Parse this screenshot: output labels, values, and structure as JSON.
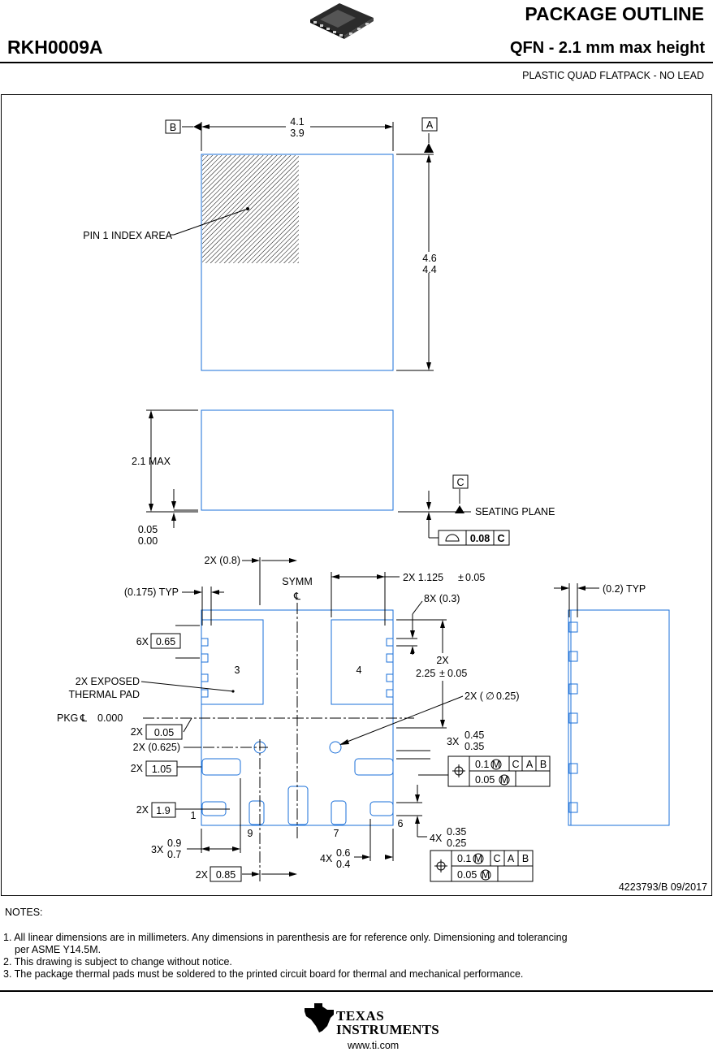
{
  "header": {
    "title": "PACKAGE OUTLINE",
    "part_number": "RKH0009A",
    "package_type": "QFN - 2.1 mm max height",
    "package_desc": "PLASTIC QUAD FLATPACK - NO LEAD",
    "package_icon": "qfn-package-icon"
  },
  "colors": {
    "outline": "#1a6fd8",
    "dimension": "#000000"
  },
  "top_view": {
    "datum_b": "B",
    "datum_a": "A",
    "width_max": "4.1",
    "width_min": "3.9",
    "height_max": "4.6",
    "height_min": "4.4",
    "pin1_label": "PIN 1 INDEX AREA"
  },
  "side_view": {
    "height_label": "2.1 MAX",
    "standoff_max": "0.05",
    "standoff_min": "0.00",
    "datum_c": "C",
    "seating_plane": "SEATING PLANE",
    "flatness_value": "0.08",
    "flatness_datum": "C"
  },
  "bottom_view": {
    "l_2x_08": "2X (0.8)",
    "symm": "SYMM",
    "l_2x_1125": "2X 1.125",
    "l_1125_tol": "0.05",
    "l_0175": "(0.175) TYP",
    "l_8x_03": "8X (0.3)",
    "l_6x": "6X",
    "v_065": "0.65",
    "pad3": "3",
    "pad4": "4",
    "l_2x": "2X",
    "l_225": "2.25",
    "l_225_tol": "0.05",
    "exposed_1": "2X EXPOSED",
    "exposed_2": "THERMAL PAD",
    "l_2x_025": "2X (",
    "l_025_val": "0.25)",
    "pkg": "PKG",
    "pkg_val": "0.000",
    "v_005": "0.05",
    "l_0625": "2X (0.625)",
    "l_3x": "3X",
    "v_045": "0.45",
    "v_035": "0.35",
    "v_105": "1.05",
    "fcf1_tol": "0.1",
    "fcf1_c": "C",
    "fcf1_a": "A",
    "fcf1_b": "B",
    "fcf1_tol2": "0.05",
    "v_19": "1.9",
    "pin1": "1",
    "pin9": "9",
    "pin7": "7",
    "pin6": "6",
    "l_4x": "4X",
    "v_035b": "0.35",
    "v_025b": "0.25",
    "v_09": "0.9",
    "v_07": "0.7",
    "v_06": "0.6",
    "v_04": "0.4",
    "fcf2_tol": "0.1",
    "fcf2_c": "C",
    "fcf2_a": "A",
    "fcf2_b": "B",
    "fcf2_tol2": "0.05",
    "v_085": "0.85"
  },
  "right_view": {
    "l_02": "(0.2) TYP"
  },
  "drawing_id": "4223793/B   09/2017",
  "notes": {
    "heading": "NOTES:",
    "n1a": "1. All linear dimensions are in millimeters. Any dimensions in parenthesis are for reference only. Dimensioning and tolerancing",
    "n1b": "per ASME Y14.5M.",
    "n2": "2. This drawing is subject to change without notice.",
    "n3": "3. The package thermal pads must be soldered to the printed circuit board for thermal and mechanical performance."
  },
  "footer": {
    "logo_line1": "TEXAS",
    "logo_line2": "INSTRUMENTS",
    "url": "www.ti.com",
    "logo_icon": "ti-state-logo-icon"
  }
}
